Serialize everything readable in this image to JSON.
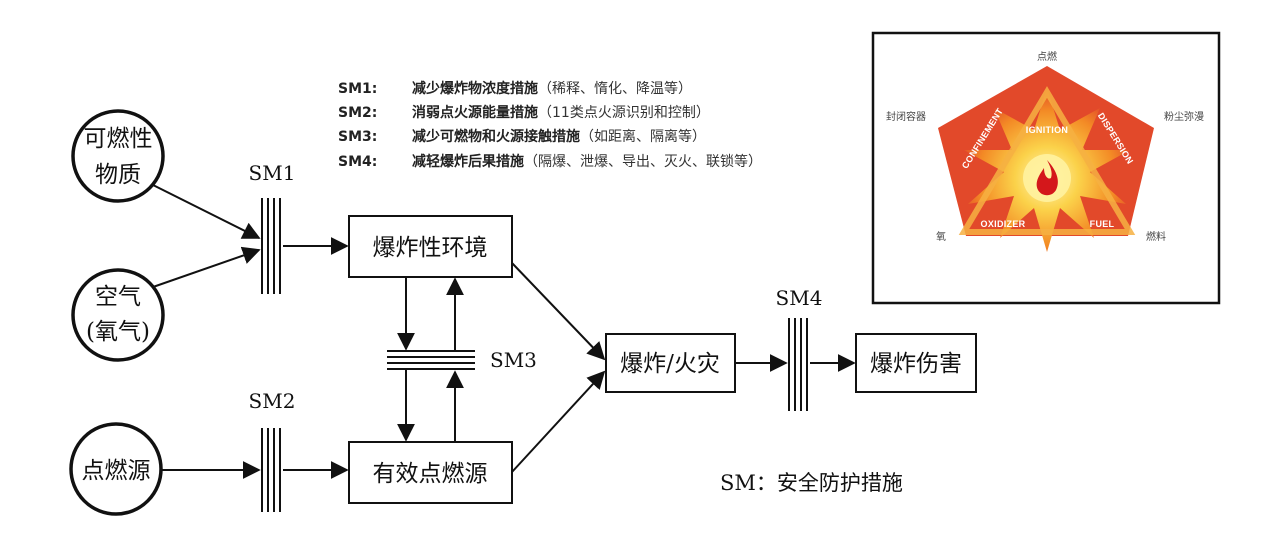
{
  "nodes": {
    "combustible": [
      "可燃性",
      "物质"
    ],
    "air": [
      "空气",
      "(氧气)"
    ],
    "ignition_source": "点燃源",
    "explosive_env": "爆炸性环境",
    "effective_ignition": "有效点燃源",
    "explosion_fire": "爆炸/火灾",
    "explosion_harm": "爆炸伤害"
  },
  "barriers": {
    "sm1": "SM1",
    "sm2": "SM2",
    "sm3": "SM3",
    "sm4": "SM4"
  },
  "legend": [
    {
      "code": "SM1:",
      "text": "减少爆炸物浓度措施",
      "detail": "（稀释、惰化、降温等）"
    },
    {
      "code": "SM2:",
      "text": "消弱点火源能量措施",
      "detail": "（11类点火源识别和控制）"
    },
    {
      "code": "SM3:",
      "text": "减少可燃物和火源接触措施",
      "detail": "（如距离、隔离等）"
    },
    {
      "code": "SM4:",
      "text": "减轻爆炸后果措施",
      "detail": "（隔爆、泄爆、导出、灭火、联锁等）"
    }
  ],
  "footnote": "SM：安全防护措施",
  "inset": {
    "top_label": "点燃",
    "left_label": "封闭容器",
    "right_label": "粉尘弥漫",
    "bottom_left_label": "氧",
    "bottom_right_label": "燃料",
    "words": {
      "ignition": "IGNITION",
      "confinement": "CONFINEMENT",
      "dispersion": "DISPERSION",
      "oxidizer": "OXIDIZER",
      "fuel": "FUEL"
    },
    "colors": {
      "pentagon": "#e2492a",
      "triangle": "#f6a13a",
      "burst": "#f7c33a",
      "core": "#fff2a0",
      "flame": "#d4171b"
    }
  }
}
